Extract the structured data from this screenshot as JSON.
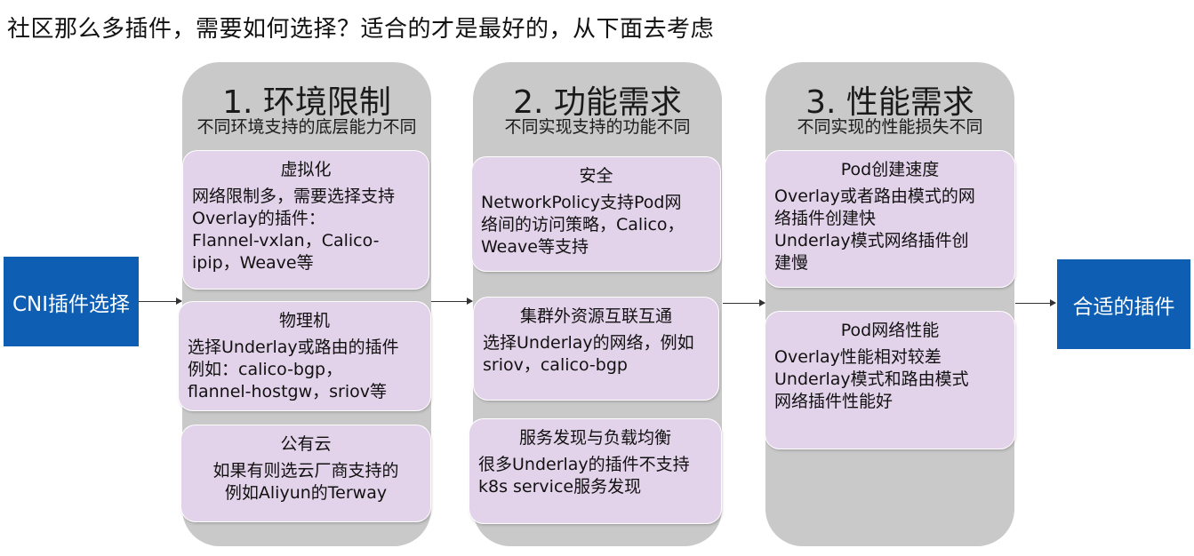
{
  "headline": "社区那么多插件，需要如何选择？适合的才是最好的，从下面去考虑",
  "start_box": "CNI插件选择",
  "end_box": "合适的插件",
  "columns": [
    {
      "title": "1. 环境限制",
      "subtitle": "不同环境支持的底层能力不同",
      "cards": [
        {
          "title": "虚拟化",
          "body": "网络限制多，需要选择支持\nOverlay的插件：\nFlannel-vxlan，Calico-\nipip，Weave等"
        },
        {
          "title": "物理机",
          "body": "选择Underlay或路由的插件\n例如：calico-bgp，\nflannel-hostgw，sriov等"
        },
        {
          "title": "公有云",
          "body": "如果有则选云厂商支持的\n例如Aliyun的Terway"
        }
      ]
    },
    {
      "title": "2. 功能需求",
      "subtitle": "不同实现支持的功能不同",
      "cards": [
        {
          "title": "安全",
          "body": "NetworkPolicy支持Pod网\n络间的访问策略，Calico，\nWeave等支持"
        },
        {
          "title": "集群外资源互联互通",
          "body": "选择Underlay的网络，例如\nsriov，calico-bgp"
        },
        {
          "title": "服务发现与负载均衡",
          "body": "很多Underlay的插件不支持\nk8s service服务发现"
        }
      ]
    },
    {
      "title": "3. 性能需求",
      "subtitle": "不同实现的性能损失不同",
      "cards": [
        {
          "title": "Pod创建速度",
          "body": "Overlay或者路由模式的网\n络插件创建快\nUnderlay模式网络插件创\n建慢"
        },
        {
          "title": "Pod网络性能",
          "body": "Overlay性能相对较差\nUnderlay模式和路由模式\n网络插件性能好"
        }
      ]
    }
  ]
}
